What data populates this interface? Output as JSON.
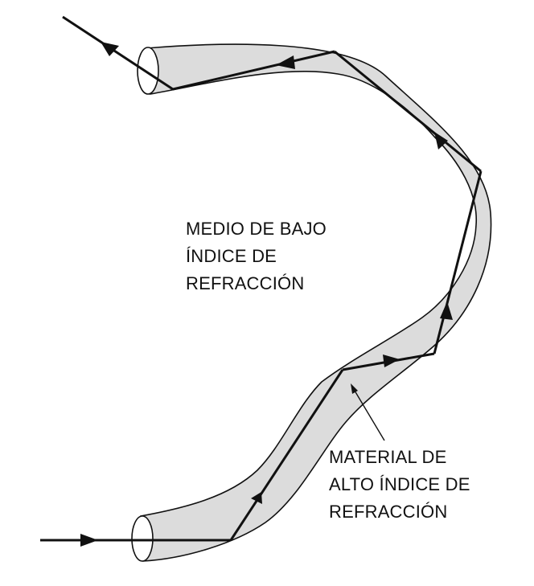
{
  "labels": {
    "low_index_medium": [
      "MEDIO DE BAJO",
      "ÍNDICE DE",
      "REFRACCIÓN"
    ],
    "high_index_material": [
      "MATERIAL DE",
      "ALTO ÍNDICE DE",
      "REFRACCIÓN"
    ]
  },
  "colors": {
    "fiber_fill": "#dcdcdc",
    "stroke": "#111111",
    "background": "#ffffff"
  }
}
